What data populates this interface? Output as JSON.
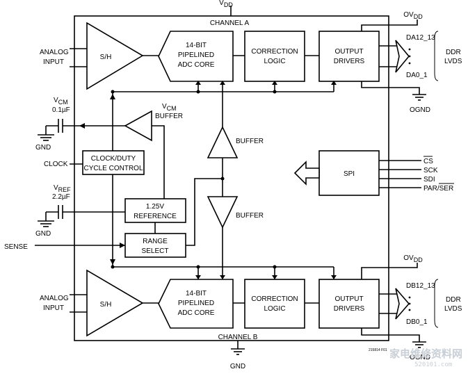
{
  "labels": {
    "vdd_main": "V",
    "vdd_sub": "DD",
    "channel_a": "CHANNEL A",
    "channel_b": "CHANNEL B",
    "analog_input_a": [
      "ANALOG",
      "INPUT"
    ],
    "analog_input_b": [
      "ANALOG",
      "INPUT"
    ],
    "sh": "S/H",
    "adc_core": [
      "14-BIT",
      "PIPELINED",
      "ADC CORE"
    ],
    "correction": [
      "CORRECTION",
      "LOGIC"
    ],
    "output_drivers": [
      "OUTPUT",
      "DRIVERS"
    ],
    "ovdd_main": "OV",
    "ovdd_sub": "DD",
    "ognd": "OGND",
    "da_top": "DA12_13",
    "da_bottom": "DA0_1",
    "db_top": "DB12_13",
    "db_bottom": "DB0_1",
    "ddr_lvds": [
      "DDR",
      "LVDS"
    ],
    "vcm_main": "V",
    "vcm_sub": "CM",
    "vcm_cap": "0.1µF",
    "vcm_buffer_main": "V",
    "vcm_buffer_sub": "CM",
    "vcm_buffer_word": "BUFFER",
    "gnd": "GND",
    "clock": "CLOCK",
    "clock_duty": [
      "CLOCK/DUTY",
      "CYCLE CONTROL"
    ],
    "buffer": "BUFFER",
    "vref_main": "V",
    "vref_sub": "REF",
    "vref_cap": "2.2µF",
    "reference": [
      "1.25V",
      "REFERENCE"
    ],
    "range_select": [
      "RANGE",
      "SELECT"
    ],
    "sense": "SENSE",
    "spi": "SPI",
    "spi_pins": [
      "CS",
      "SCK",
      "SDI",
      "PAR/SER"
    ],
    "fig_code": "215814 F01",
    "watermark_cn": "家电维修资料网",
    "watermark_url": "520101.com"
  }
}
